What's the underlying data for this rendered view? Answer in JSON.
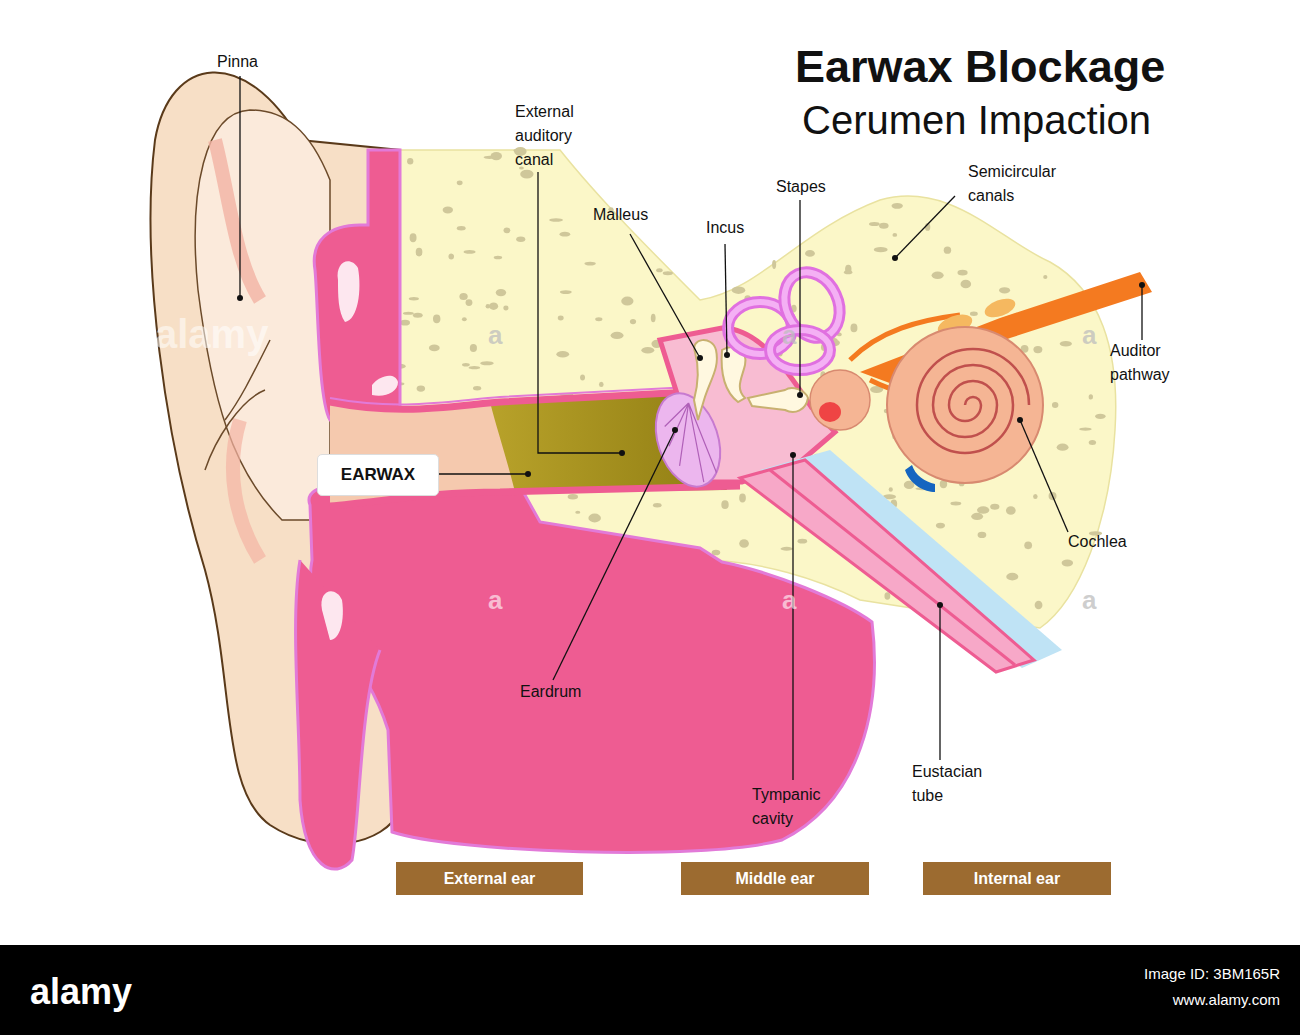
{
  "diagram": {
    "title": "Earwax Blockage",
    "nodes": [
      {
        "text": [
          "EARWAX"
        ]
      },
      {
        "text": [
          "External ear"
        ]
      },
      {
        "text": [
          "Middle ear"
        ]
      },
      {
        "text": [
          "Internal ear"
        ]
      }
    ],
    "labels": [
      "Cerumen Impaction",
      "Pinna",
      "External auditory canal",
      "Malleus",
      "Incus",
      "Stapes",
      "Semicircular canals",
      "Auditor pathway",
      "Cochlea",
      "Eardrum",
      "Tympanic cavity",
      "Eustacian tube",
      "alamy",
      "a",
      "a",
      "a",
      "a",
      "a",
      "a",
      "alamy",
      "Image ID: 3BM165R",
      "www.alamy.com"
    ]
  }
}
